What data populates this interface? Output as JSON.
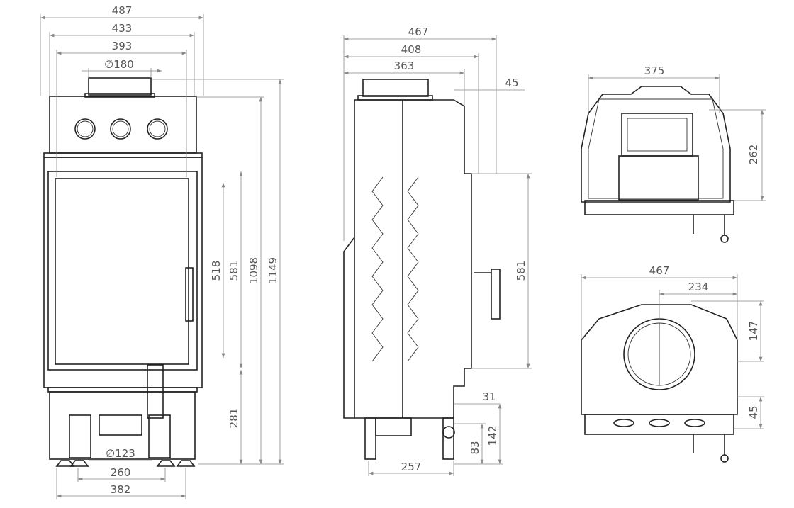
{
  "front_view": {
    "dims": {
      "width_overall": "487",
      "width_body": "433",
      "width_inner": "393",
      "flue_diameter": "∅180",
      "glass_height": "518",
      "door_height": "581",
      "body_height": "1098",
      "height_overall": "1149",
      "base_height": "281",
      "air_inlet_diameter": "∅123",
      "leg_spacing_inner": "260",
      "leg_spacing_outer": "382"
    }
  },
  "side_view": {
    "dims": {
      "depth_overall": "467",
      "depth_body": "408",
      "depth_inner": "363",
      "flue_offset": "45",
      "door_height": "581",
      "door_gap": "31",
      "inlet_height": "142",
      "inlet_center": "83",
      "base_depth": "257"
    }
  },
  "top_view": {
    "dims": {
      "width": "375",
      "depth": "262"
    }
  },
  "bottom_view": {
    "dims": {
      "width": "467",
      "half_width": "234",
      "depth": "147",
      "offset": "45"
    }
  }
}
